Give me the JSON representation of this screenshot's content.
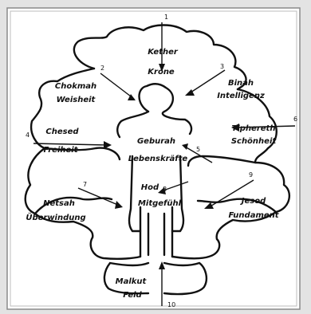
{
  "frame": {
    "border_color": "#8a8a8a",
    "page_bg": "#e3e3e3",
    "paper_bg": "#ffffff"
  },
  "labels": {
    "kether": "Kether",
    "krone": "Krone",
    "chokmah": "Chokmah",
    "weisheit": "Weisheit",
    "binah": "Binah",
    "intelligenz": "Intelligenz",
    "chesed": "Chesed",
    "freiheit": "Freiheit",
    "geburah": "Geburah",
    "lebenskraefte": "Lebenskräfte",
    "tiphereth": "Tiphereth",
    "schoenheit": "Schönheit",
    "netsah": "Netsah",
    "ueberwindung": "Überwindung",
    "hod": "Hod",
    "mitgefuehl": "Mitgefühl",
    "jesod": "Jesod",
    "fundament": "Fundament",
    "malkut": "Malkut",
    "feld": "Feld"
  },
  "numbers": {
    "n1": "1",
    "n2": "2",
    "n3": "3",
    "n4": "4",
    "n5": "5",
    "n6": "6",
    "n7": "7",
    "n8": "8",
    "n9": "9",
    "n10": "10"
  }
}
